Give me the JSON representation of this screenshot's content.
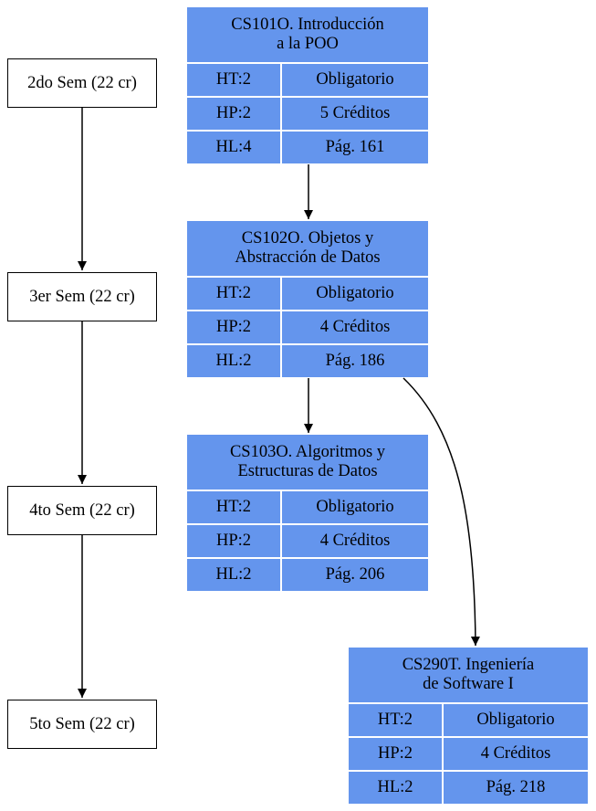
{
  "semesters": [
    {
      "label": "2do Sem (22 cr)"
    },
    {
      "label": "3er Sem (22 cr)"
    },
    {
      "label": "4to Sem (22 cr)"
    },
    {
      "label": "5to Sem (22 cr)"
    }
  ],
  "courses": [
    {
      "title_line1": "CS101O. Introducción",
      "title_line2": "a la POO",
      "ht": "HT:2",
      "hp": "HP:2",
      "hl": "HL:4",
      "type": "Obligatorio",
      "credits": "5 Créditos",
      "page": "Pág. 161"
    },
    {
      "title_line1": "CS102O. Objetos y",
      "title_line2": "Abstracción de Datos",
      "ht": "HT:2",
      "hp": "HP:2",
      "hl": "HL:2",
      "type": "Obligatorio",
      "credits": "4 Créditos",
      "page": "Pág. 186"
    },
    {
      "title_line1": "CS103O. Algoritmos y",
      "title_line2": "Estructuras de Datos",
      "ht": "HT:2",
      "hp": "HP:2",
      "hl": "HL:2",
      "type": "Obligatorio",
      "credits": "4 Créditos",
      "page": "Pág. 206"
    },
    {
      "title_line1": "CS290T. Ingeniería",
      "title_line2": "de Software I",
      "ht": "HT:2",
      "hp": "HP:2",
      "hl": "HL:2",
      "type": "Obligatorio",
      "credits": "4 Créditos",
      "page": "Pág. 218"
    }
  ],
  "colors": {
    "course_fill": "#6495ed",
    "edge": "#000000",
    "semester_fill": "#ffffff"
  }
}
